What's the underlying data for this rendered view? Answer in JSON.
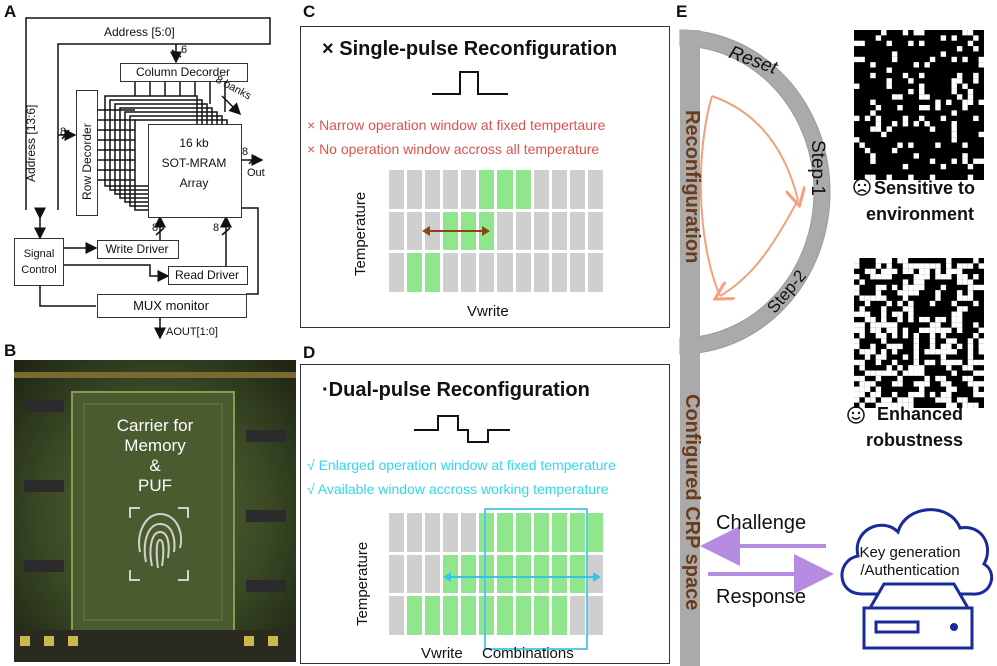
{
  "panel_labels": [
    "A",
    "B",
    "C",
    "D",
    "E"
  ],
  "panelA": {
    "address_top": "Address [5:0]",
    "bus6": "6",
    "column_decoder": "Column Decorder",
    "address_left": "Address [13:6]",
    "bus8_left": "8",
    "row_decoder": "Row Decorder",
    "banks": "8 banks",
    "array_l1": "16 kb",
    "array_l2": "SOT-MRAM",
    "array_l3": "Array",
    "bus8_out": "8",
    "out": "Out",
    "bus8_wd": "8",
    "bus8_rd": "8",
    "signal_l1": "Signal",
    "signal_l2": "Control",
    "write_driver": "Write Driver",
    "read_driver": "Read Driver",
    "mux_monitor": "MUX monitor",
    "aout": "AOUT[1:0]"
  },
  "panelB": {
    "l1": "Carrier for",
    "l2": "Memory",
    "l3": "&",
    "l4": "PUF"
  },
  "panelC": {
    "title": "× Single-pulse Reconfiguration",
    "bullet1": "× Narrow operation window at fixed tempertaure",
    "bullet2": "× No operation window accross all temperature",
    "ylabel": "Temperature",
    "xlabel": "Vwrite",
    "grid_rows": [
      [
        0,
        0,
        0,
        0,
        0,
        1,
        1,
        1,
        0,
        0,
        0,
        0
      ],
      [
        0,
        0,
        0,
        1,
        1,
        1,
        0,
        0,
        0,
        0,
        0,
        0
      ],
      [
        0,
        1,
        1,
        0,
        0,
        0,
        0,
        0,
        0,
        0,
        0,
        0
      ]
    ],
    "bullet_color": "#d9534f"
  },
  "panelD": {
    "title": "·Dual-pulse Reconfiguration",
    "bullet1": "√ Enlarged operation window at fixed temperature",
    "bullet2": "√ Available window accross working temperature",
    "ylabel": "Temperature",
    "xlabel": "Vwrite",
    "xlabel2": "Combinations",
    "grid_rows": [
      [
        0,
        0,
        0,
        0,
        0,
        1,
        1,
        1,
        1,
        1,
        1,
        1
      ],
      [
        0,
        0,
        0,
        1,
        1,
        1,
        1,
        1,
        1,
        1,
        1,
        0
      ],
      [
        0,
        1,
        1,
        1,
        1,
        1,
        1,
        1,
        1,
        1,
        0,
        0
      ]
    ],
    "bullet_color": "#33d6ee"
  },
  "panelE": {
    "reset": "Reset",
    "step1": "Step-1",
    "step2": "Step-2",
    "reconfiguration": "Reconfiguration",
    "configured": "Configured CRP space",
    "sensitive_l1": "Sensitive to",
    "sensitive_l2": "environment",
    "enhanced_l1": "Enhanced",
    "enhanced_l2": "robustness",
    "challenge": "Challenge",
    "response": "Response",
    "cloud_l1": "Key generation",
    "cloud_l2": "/Authentication"
  }
}
